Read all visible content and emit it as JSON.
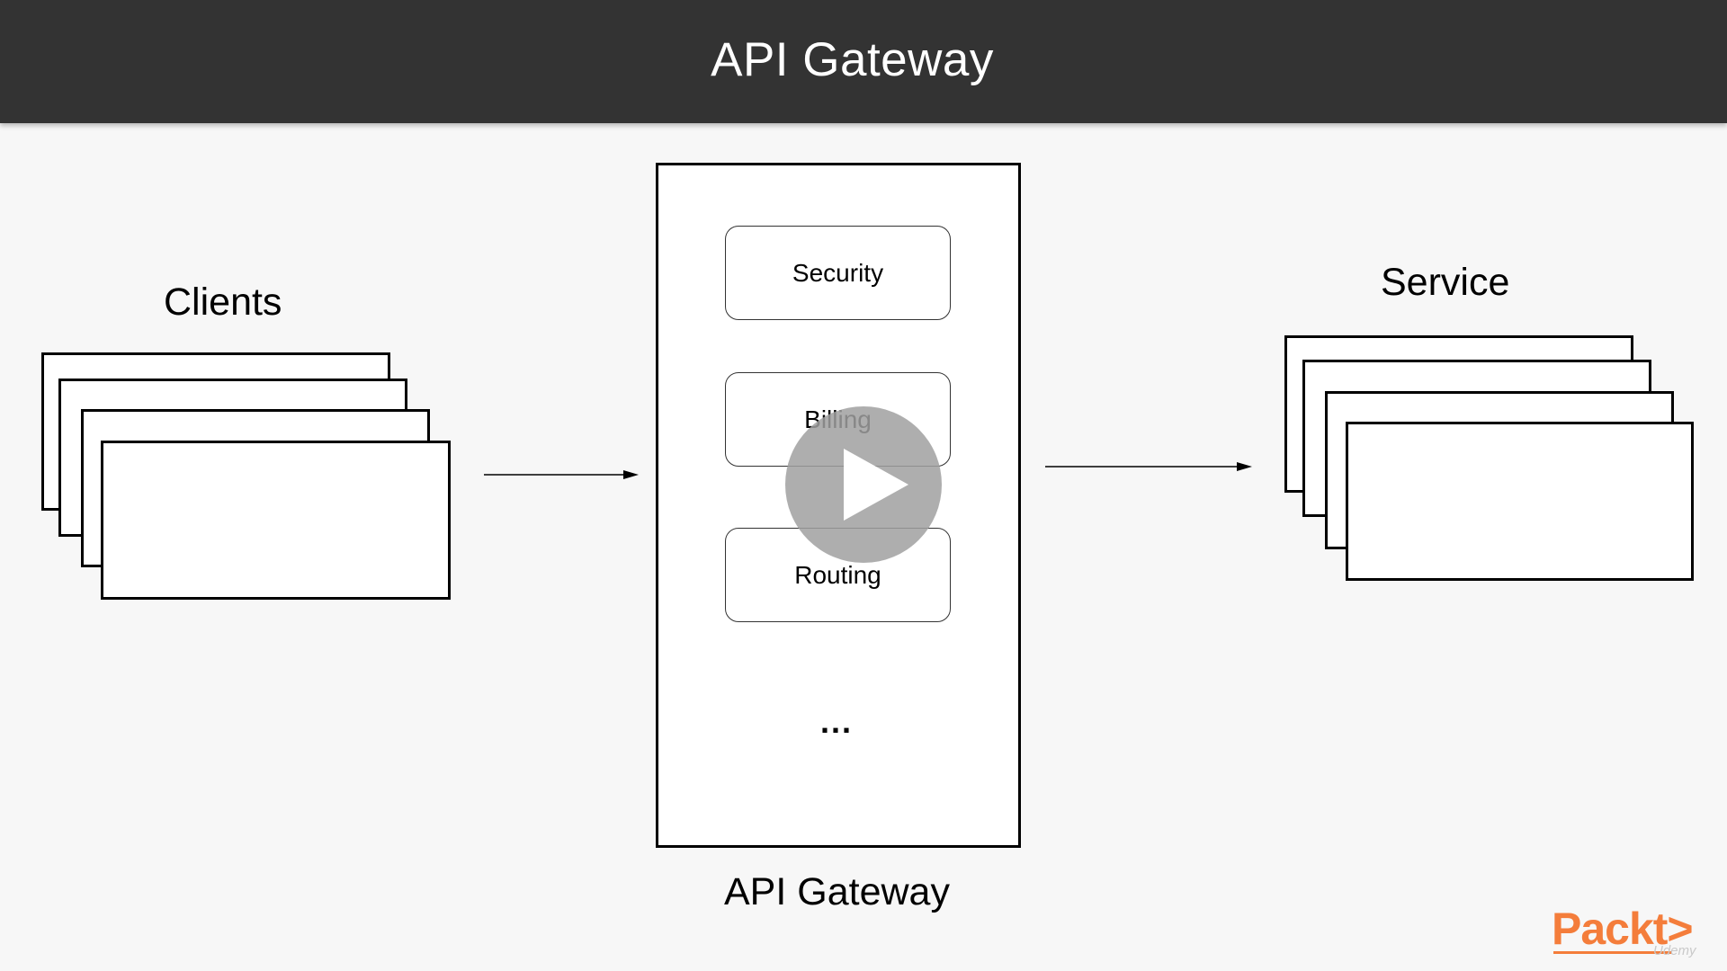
{
  "slide": {
    "title": "API Gateway"
  },
  "clients": {
    "label": "Clients"
  },
  "gateway": {
    "label": "API Gateway",
    "modules": [
      "Security",
      "Billing",
      "Routing"
    ],
    "ellipsis": "..."
  },
  "service": {
    "label": "Service"
  },
  "branding": {
    "logo_text": "Packt>",
    "watermark": "Udemy"
  },
  "colors": {
    "title_bar": "#333333",
    "background": "#f7f7f7",
    "logo": "#f47d3b"
  }
}
